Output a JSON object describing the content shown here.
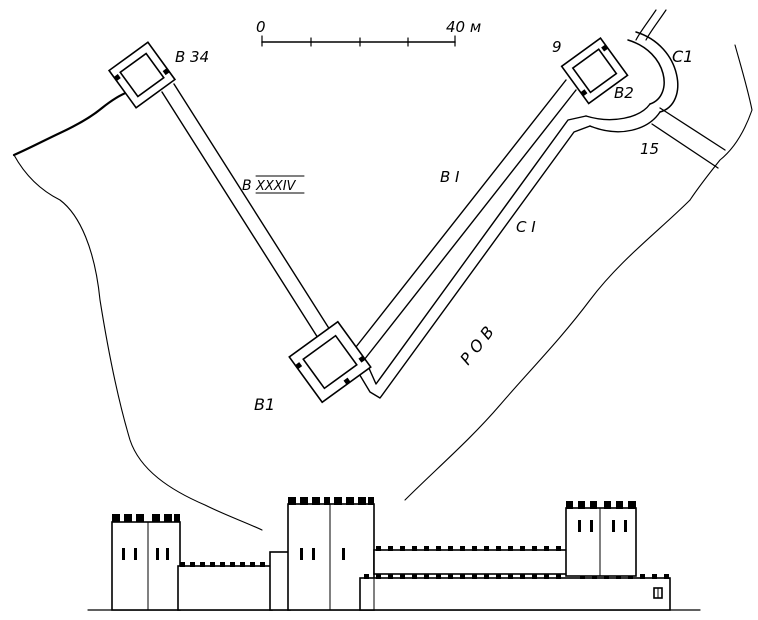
{
  "scale": {
    "zero": "0",
    "end": "40 м"
  },
  "labels": {
    "b34": "В 34",
    "b2": "В2",
    "c1": "С1",
    "n9": "9",
    "n15": "15",
    "bxxxiv_b": "В",
    "bxxxiv_roman": "XXXIV",
    "bi": "В I",
    "ci": "С I",
    "rov": "Р О В",
    "b1": "В1"
  },
  "colors": {
    "ink": "#000000",
    "paper": "#ffffff"
  }
}
